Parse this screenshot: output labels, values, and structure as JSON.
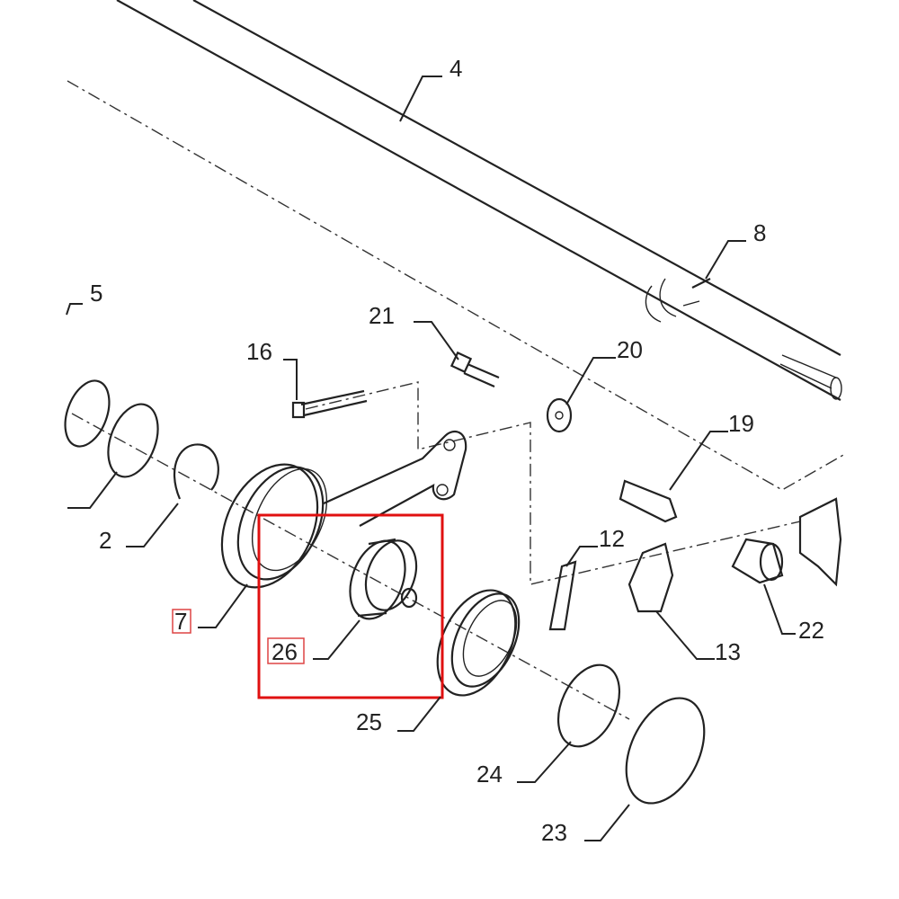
{
  "diagram": {
    "highlight_color": "#e01010",
    "highlighted_part": "26",
    "callouts": [
      {
        "id": "c4",
        "label": "4"
      },
      {
        "id": "c8",
        "label": "8"
      },
      {
        "id": "c5",
        "label": "5"
      },
      {
        "id": "c21",
        "label": "21"
      },
      {
        "id": "c20",
        "label": "20"
      },
      {
        "id": "c16",
        "label": "16"
      },
      {
        "id": "c19",
        "label": "19"
      },
      {
        "id": "c12",
        "label": "12"
      },
      {
        "id": "c2",
        "label": "2"
      },
      {
        "id": "c7",
        "label": "7",
        "boxed": true
      },
      {
        "id": "c26",
        "label": "26",
        "boxed": true
      },
      {
        "id": "c22",
        "label": "22"
      },
      {
        "id": "c13",
        "label": "13"
      },
      {
        "id": "c25",
        "label": "25"
      },
      {
        "id": "c24",
        "label": "24"
      },
      {
        "id": "c23",
        "label": "23"
      }
    ]
  }
}
